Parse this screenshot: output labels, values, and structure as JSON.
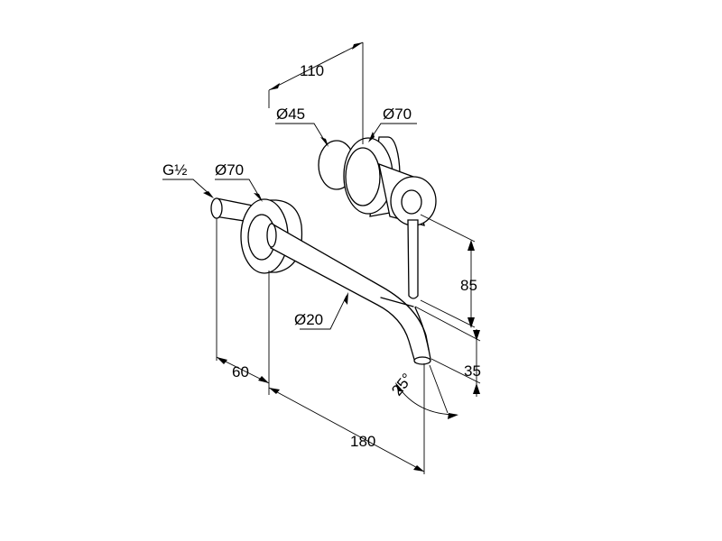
{
  "drawing": {
    "colors": {
      "line": "#000000",
      "background": "#ffffff"
    },
    "labels": {
      "top_depth": "110",
      "rosette_small": "Ø45",
      "rosette_large_rear": "Ø70",
      "thread": "G½",
      "rosette_large_front": "Ø70",
      "spout_diameter": "Ø20",
      "lever_height": "85",
      "spout_drop": "35",
      "angle": "25°",
      "thread_length": "60",
      "spout_length": "180"
    }
  }
}
